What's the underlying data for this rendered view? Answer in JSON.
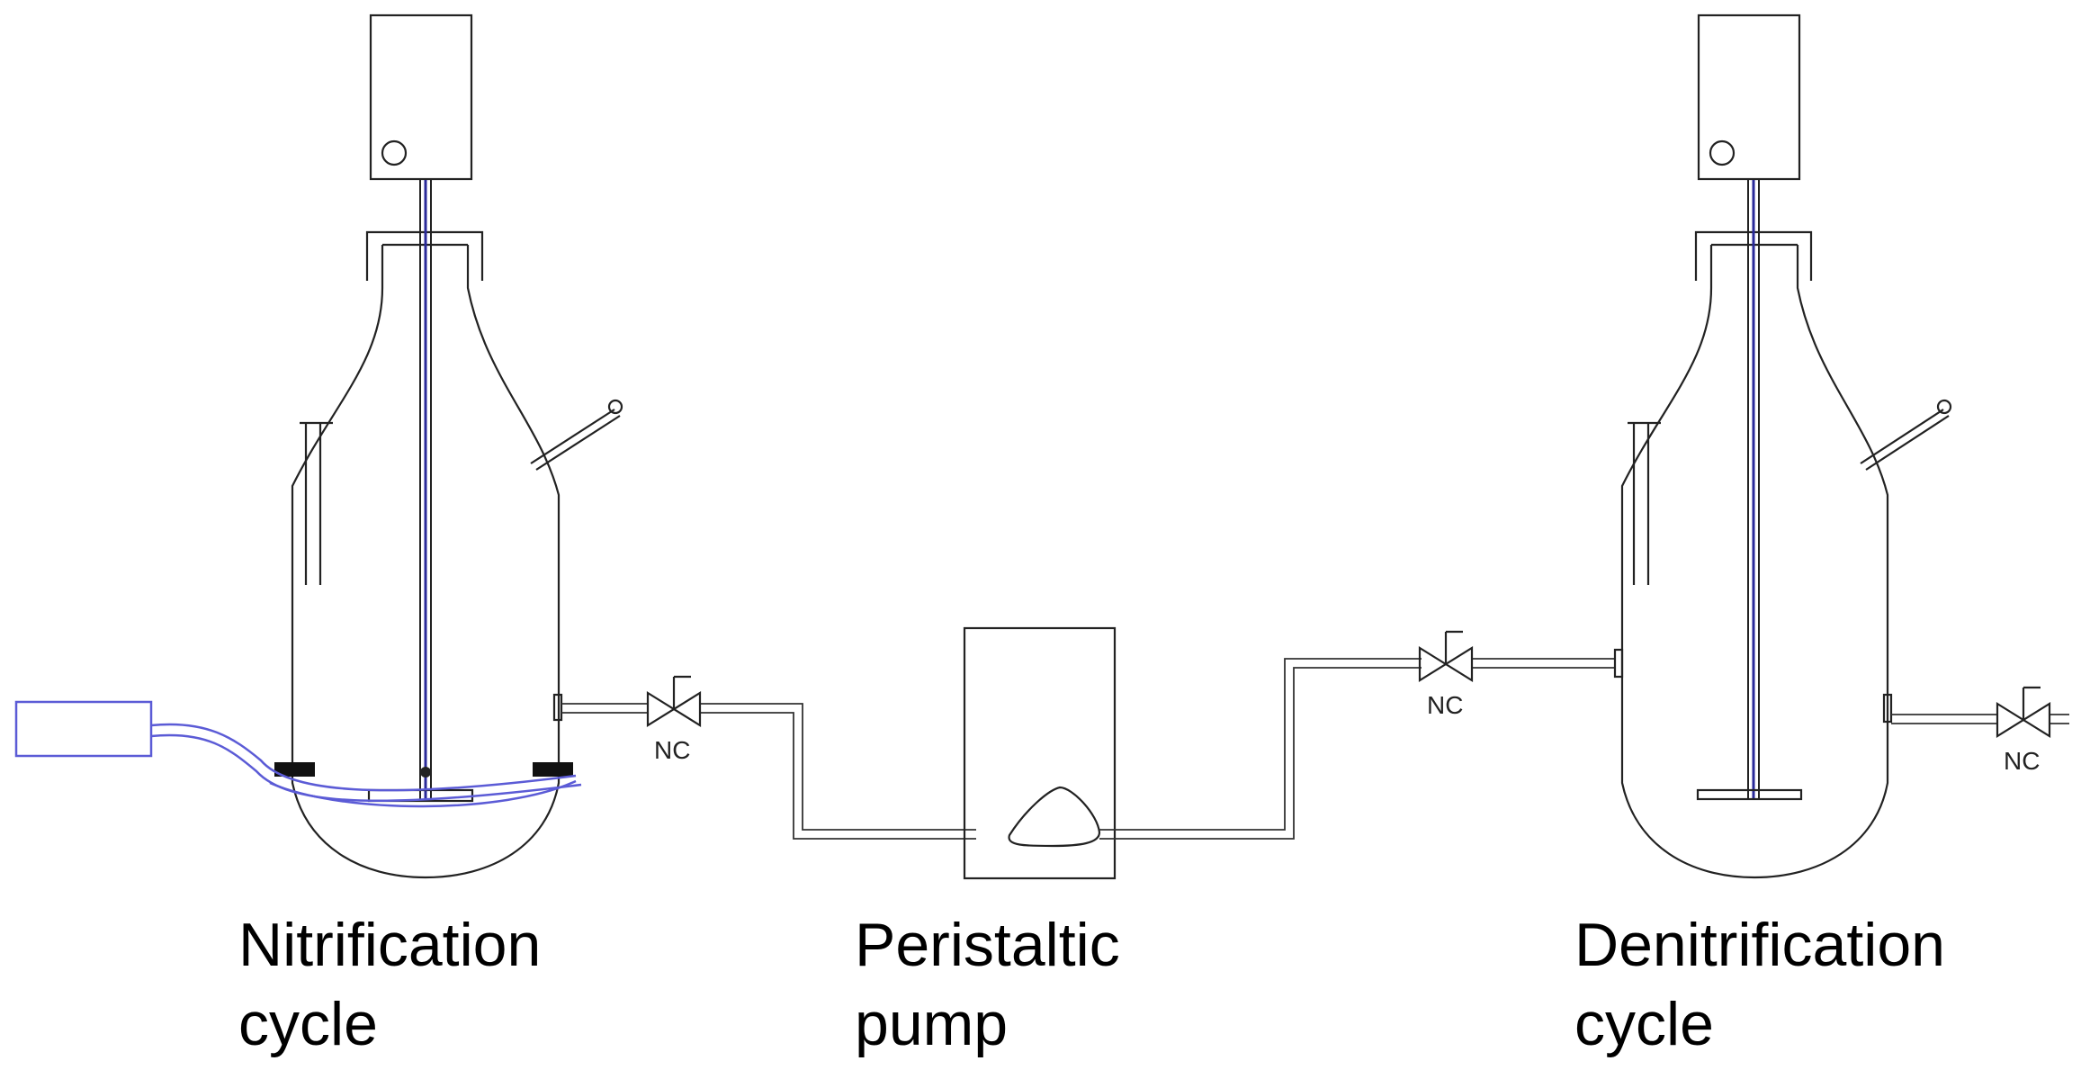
{
  "colors": {
    "stroke": "#222222",
    "shaft": "#2a2a9a",
    "probe": "#5b5bd6",
    "background": "#ffffff"
  },
  "labels": {
    "nitrification": "Nitrification\ncycle",
    "pump": "Peristaltic\npump",
    "denitrification": "Denitrification\ncycle",
    "valve_text": "NC"
  },
  "icons": {
    "stirrer_motor": "motor-box-icon",
    "valve": "solenoid-valve-icon",
    "pump": "peristaltic-pump-icon",
    "probe": "probe-meter-icon"
  }
}
